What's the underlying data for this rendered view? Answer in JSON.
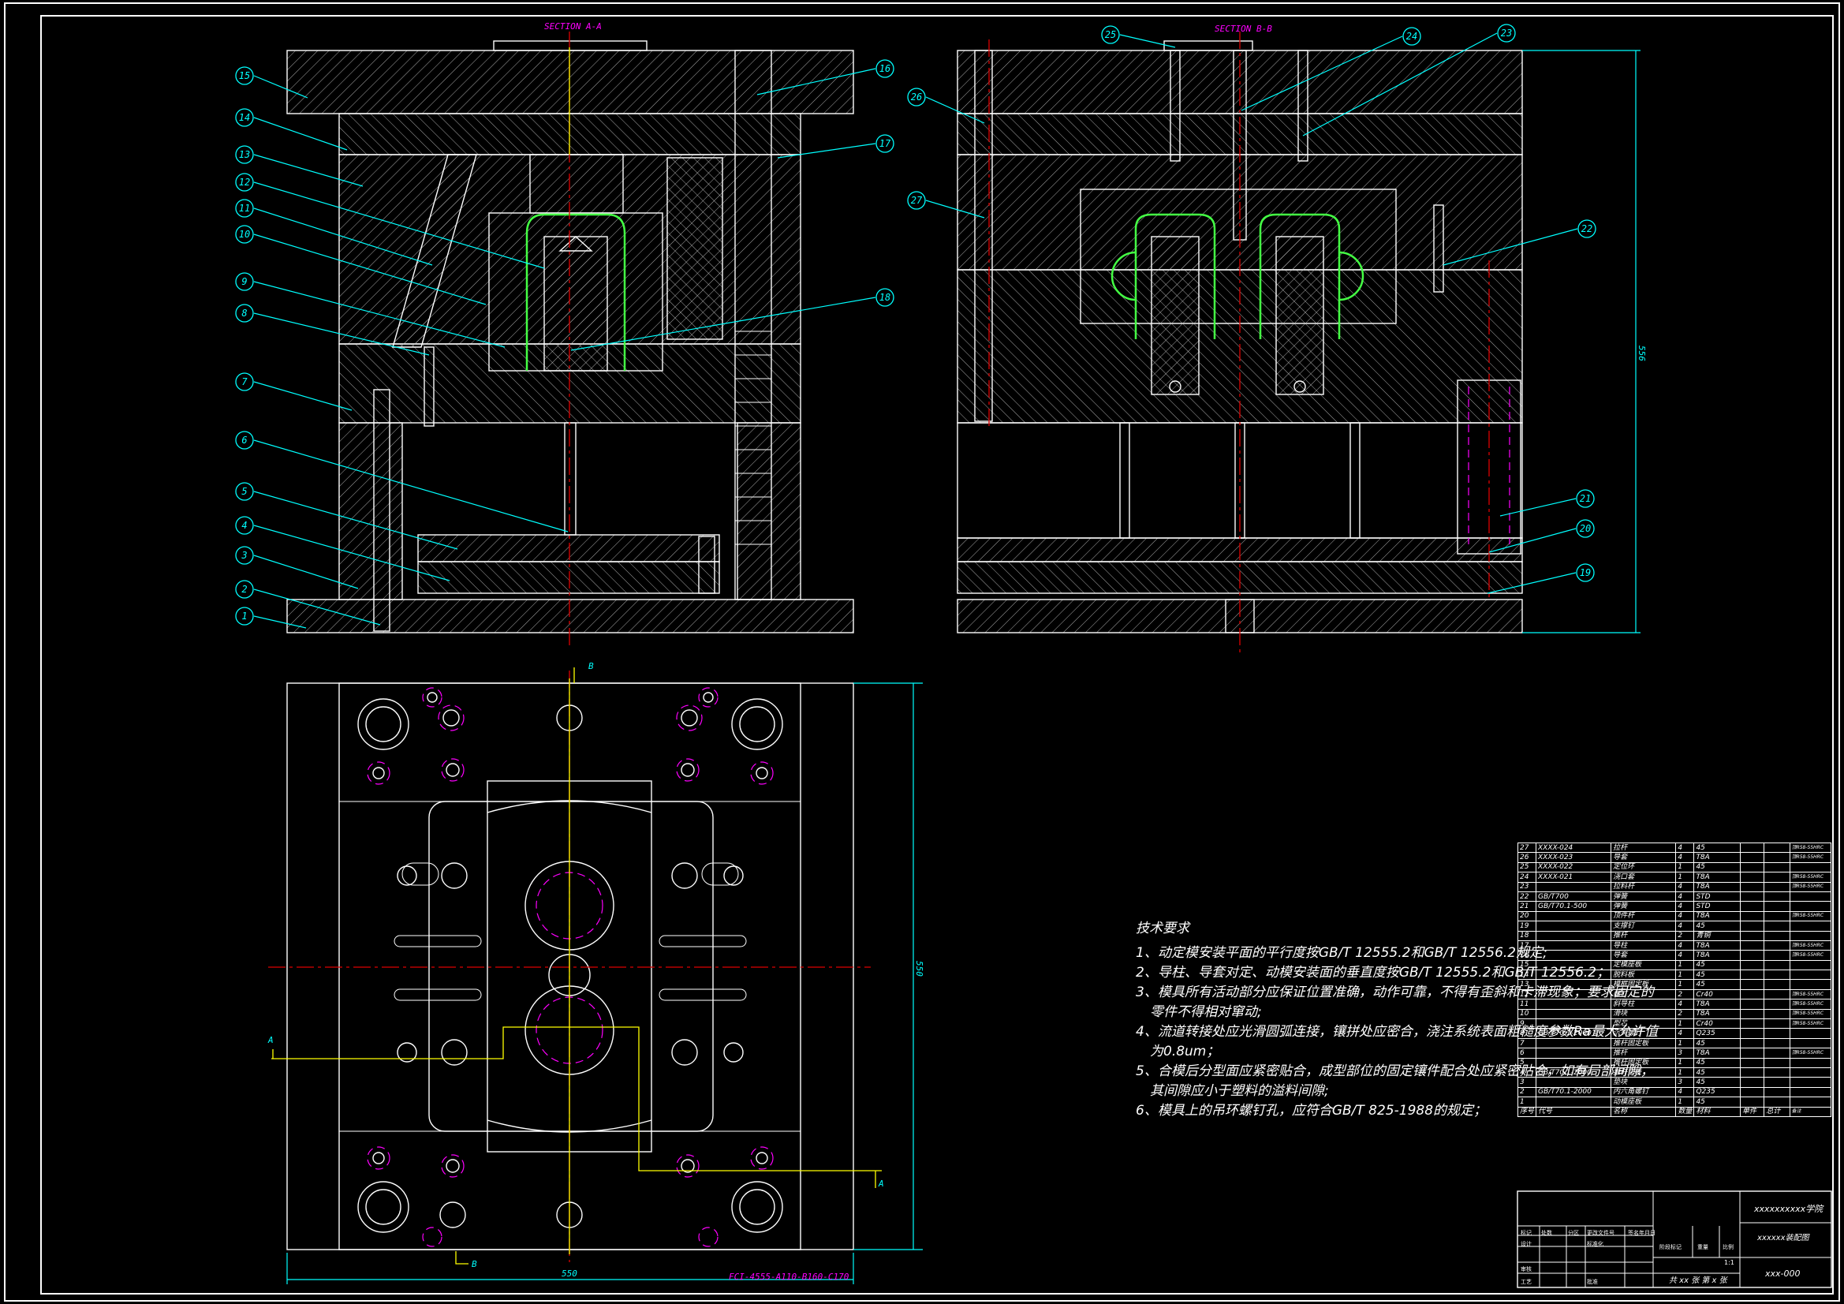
{
  "section_titles": {
    "a": "SECTION A-A",
    "b": "SECTION B-B"
  },
  "balloons_left": [
    "15",
    "14",
    "13",
    "12",
    "11",
    "10",
    "9",
    "8",
    "7",
    "6",
    "5",
    "4",
    "3",
    "2",
    "1",
    "16",
    "17",
    "18"
  ],
  "balloons_right": [
    "25",
    "24",
    "23",
    "26",
    "27",
    "22",
    "21",
    "20",
    "19"
  ],
  "dimensions": {
    "width": "550",
    "height": "550",
    "height_b": "556"
  },
  "view_markers": {
    "b": "B",
    "a": "A"
  },
  "base_spec": "FCI-4555-A110-B160-C170",
  "tech_notes": {
    "title": "技术要求",
    "lines": [
      "1、动定模安装平面的平行度按GB/T 12555.2和GB/T 12556.2规定;",
      "2、导柱、导套对定、动模安装面的垂直度按GB/T 12555.2和GB/T 12556.2；",
      "3、模具所有活动部分应保证位置准确，动作可靠，不得有歪斜和卡滞现象；要求固定的",
      "零件不得相对窜动;",
      "4、流道转接处应光滑圆弧连接，镶拼处应密合，浇注系统表面粗糙度参数Ra最大允许值",
      "为0.8um；",
      "5、合模后分型面应紧密贴合，成型部位的固定镶件配合处应紧密贴合，如有局部间隙，",
      "其间隙应小于塑料的溢料间隙;",
      "6、模具上的吊环螺钉孔，应符合GB/T 825-1988的规定；"
    ]
  },
  "bom": [
    [
      "27",
      "XXXX-024",
      "拉杆",
      "4",
      "45",
      "",
      "",
      "顶R58-55HRC"
    ],
    [
      "26",
      "XXXX-023",
      "导套",
      "4",
      "T8A",
      "",
      "",
      "顶R58-55HRC"
    ],
    [
      "25",
      "XXXX-022",
      "定位环",
      "1",
      "45",
      "",
      "",
      ""
    ],
    [
      "24",
      "XXXX-021",
      "浇口套",
      "1",
      "T8A",
      "",
      "",
      "顶R58-55HRC"
    ],
    [
      "23",
      "",
      "拉料杆",
      "4",
      "T8A",
      "",
      "",
      "顶R58-55HRC"
    ],
    [
      "22",
      "GB/T700",
      "弹簧",
      "4",
      "STD",
      "",
      "",
      ""
    ],
    [
      "21",
      "GB/T70.1-500",
      "弹簧",
      "4",
      "STD",
      "",
      "",
      ""
    ],
    [
      "20",
      "",
      "顶件杆",
      "4",
      "T8A",
      "",
      "",
      "顶R58-55HRC"
    ],
    [
      "19",
      "",
      "支撑钉",
      "4",
      "45",
      "",
      "",
      ""
    ],
    [
      "18",
      "",
      "推杆",
      "2",
      "青铜",
      "",
      "",
      ""
    ],
    [
      "17",
      "",
      "导柱",
      "4",
      "T8A",
      "",
      "",
      "顶R58-55HRC"
    ],
    [
      "16",
      "",
      "导套",
      "4",
      "T8A",
      "",
      "",
      "顶R58-55HRC"
    ],
    [
      "15",
      "",
      "定模座板",
      "1",
      "45",
      "",
      "",
      ""
    ],
    [
      "14",
      "",
      "脱料板",
      "1",
      "45",
      "",
      "",
      ""
    ],
    [
      "13",
      "",
      "模框固定板",
      "1",
      "45",
      "",
      "",
      ""
    ],
    [
      "12",
      "",
      "螺钉",
      "2",
      "Cr40",
      "",
      "",
      "顶R58-55HRC"
    ],
    [
      "11",
      "",
      "斜导柱",
      "4",
      "T8A",
      "",
      "",
      "顶R58-55HRC"
    ],
    [
      "10",
      "",
      "滑块",
      "2",
      "T8A",
      "",
      "",
      "顶R58-55HRC"
    ],
    [
      "9",
      "",
      "型芯",
      "1",
      "Cr40",
      "",
      "",
      "顶R58-55HRC"
    ],
    [
      "8",
      "GB/T70.1-2000",
      "沉头螺钉",
      "4",
      "Q235",
      "",
      "",
      ""
    ],
    [
      "7",
      "",
      "推杆固定板",
      "1",
      "45",
      "",
      "",
      ""
    ],
    [
      "6",
      "",
      "推杆",
      "3",
      "T8A",
      "",
      "",
      "顶R58-55HRC"
    ],
    [
      "5",
      "",
      "推杆固定板",
      "1",
      "45",
      "",
      "",
      ""
    ],
    [
      "4",
      "GB/T70.1-2000",
      "推杆垫板",
      "1",
      "45",
      "",
      "",
      ""
    ],
    [
      "3",
      "",
      "垫块",
      "3",
      "45",
      "",
      "",
      ""
    ],
    [
      "2",
      "GB/T70.1-2000",
      "内六角螺钉",
      "4",
      "Q235",
      "",
      "",
      ""
    ],
    [
      "1",
      "",
      "动模座板",
      "1",
      "45",
      "",
      "",
      ""
    ]
  ],
  "bom_header": [
    "序号",
    "代号",
    "名称",
    "数量",
    "材料",
    "单件",
    "总计",
    "备注"
  ],
  "title_block": {
    "school": "xxxxxxxxxx学院",
    "drawing_name": "xxxxxx装配图",
    "drawing_number": "xxx-000",
    "pages": "共 xx 张  第 x 张",
    "scale": "1:1",
    "labels": [
      "标记",
      "处数",
      "分区",
      "更改文件号",
      "签名",
      "年月日",
      "设计",
      "标准化",
      "阶段标记",
      "重量",
      "比例",
      "审核",
      "工艺",
      "批准"
    ]
  }
}
